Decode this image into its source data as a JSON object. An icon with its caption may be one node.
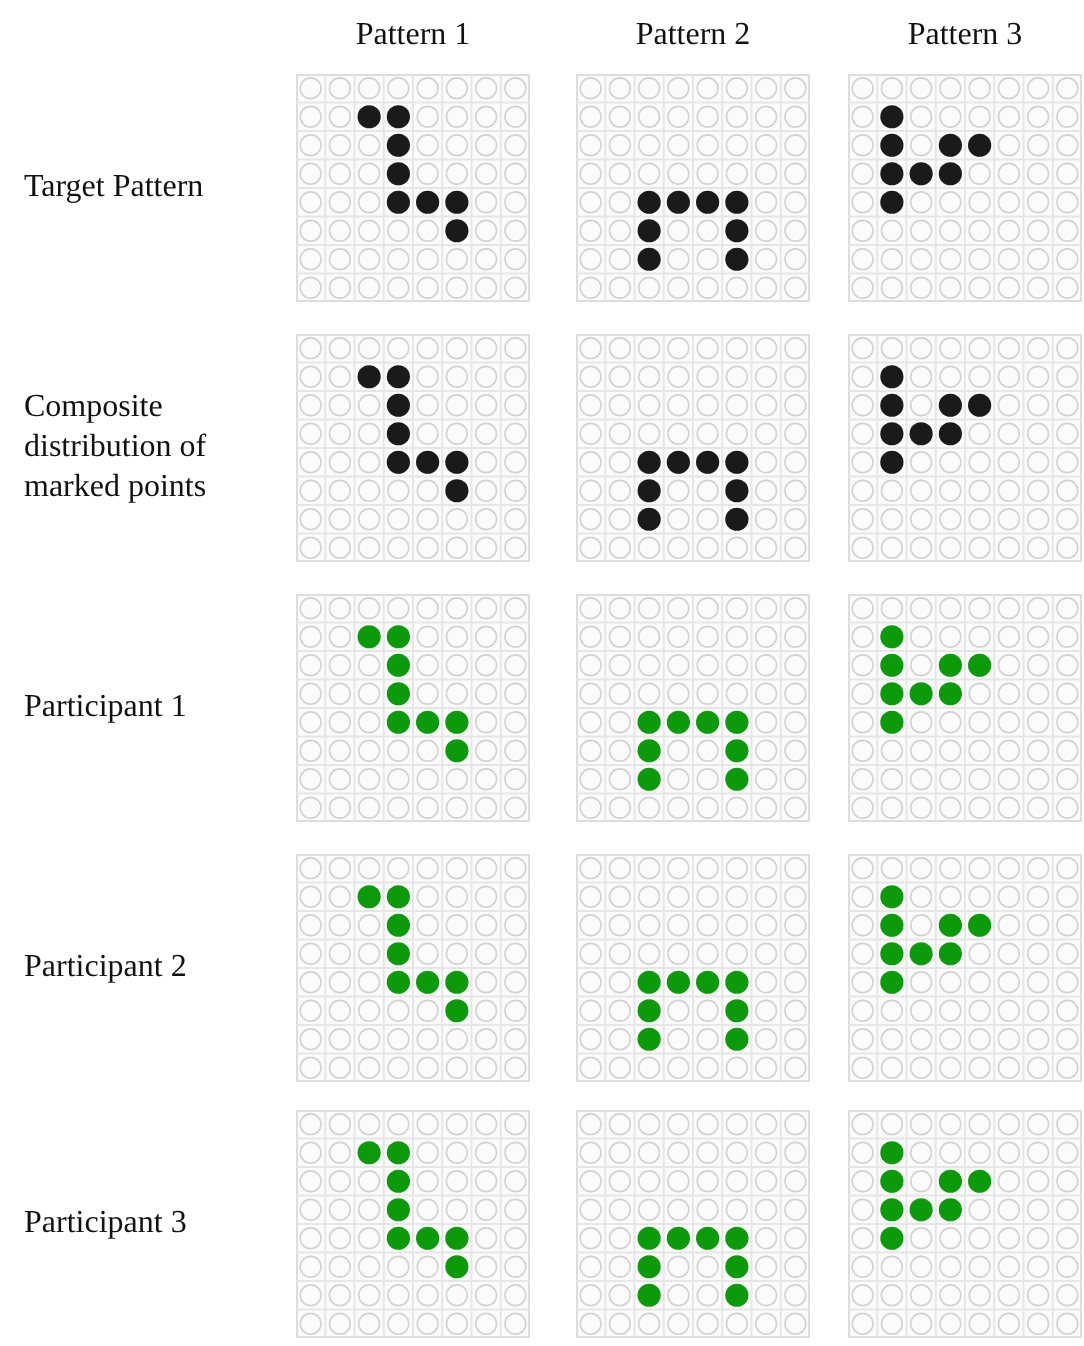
{
  "diagram": {
    "labels": [
      "Pattern 1",
      "Pattern 2",
      "Pattern 3",
      "Target Pattern",
      "Composite distribution of marked points",
      "Participant 1",
      "Participant 2",
      "Participant 3"
    ]
  }
}
